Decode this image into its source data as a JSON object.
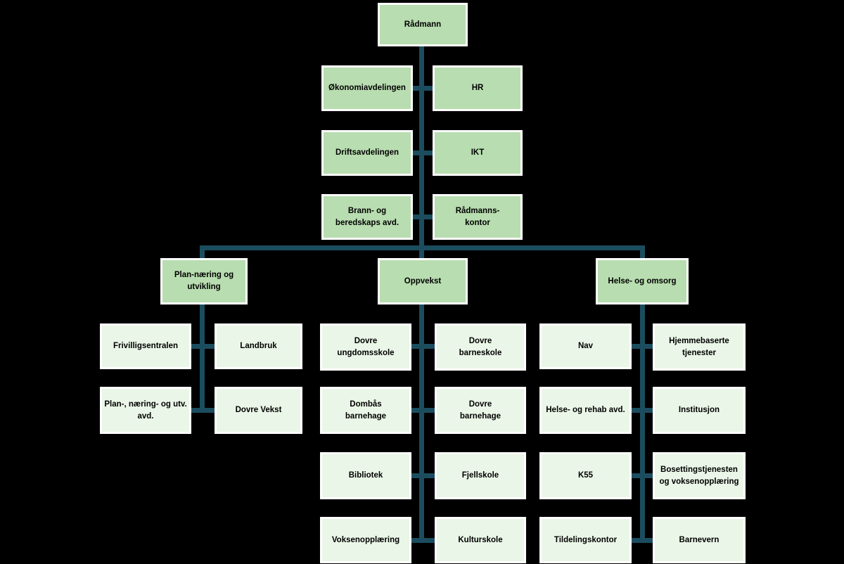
{
  "colors": {
    "bg": "#000000",
    "node-green": "#b8ddb0",
    "node-light": "#eaf6e7",
    "line": "#1b4d5f",
    "border": "#ffffff",
    "text": "#000000"
  },
  "org": {
    "root": "Rådmann",
    "staff_pairs": [
      {
        "left": "Økonomiavdelingen",
        "right": "HR"
      },
      {
        "left": "Driftsavdelingen",
        "right": "IKT"
      },
      {
        "left": "Brann- og\nberedskaps avd.",
        "right": "Rådmanns-\nkontor"
      }
    ],
    "branches": [
      {
        "label": "Plan-næring og\nutvikling",
        "children_pairs": [
          {
            "left": "Frivilligsentralen",
            "right": "Landbruk"
          },
          {
            "left": "Plan-, næring- og utv. avd.",
            "right": "Dovre Vekst"
          }
        ]
      },
      {
        "label": "Oppvekst",
        "children_pairs": [
          {
            "left": "Dovre\nungdomsskole",
            "right": "Dovre\nbarneskole"
          },
          {
            "left": "Dombås\nbarnehage",
            "right": "Dovre\nbarnehage"
          },
          {
            "left": "Bibliotek",
            "right": "Fjellskole"
          },
          {
            "left": "Voksenopplæring",
            "right": "Kulturskole"
          }
        ]
      },
      {
        "label": "Helse- og omsorg",
        "children_pairs": [
          {
            "left": "Nav",
            "right": "Hjemmebaserte\ntjenester"
          },
          {
            "left": "Helse- og rehab avd.",
            "right": "Institusjon"
          },
          {
            "left": "K55",
            "right": "Bosettingstjenesten\nog voksenopplæring"
          },
          {
            "left": "Tildelingskontor",
            "right": "Barnevern"
          }
        ]
      }
    ]
  }
}
